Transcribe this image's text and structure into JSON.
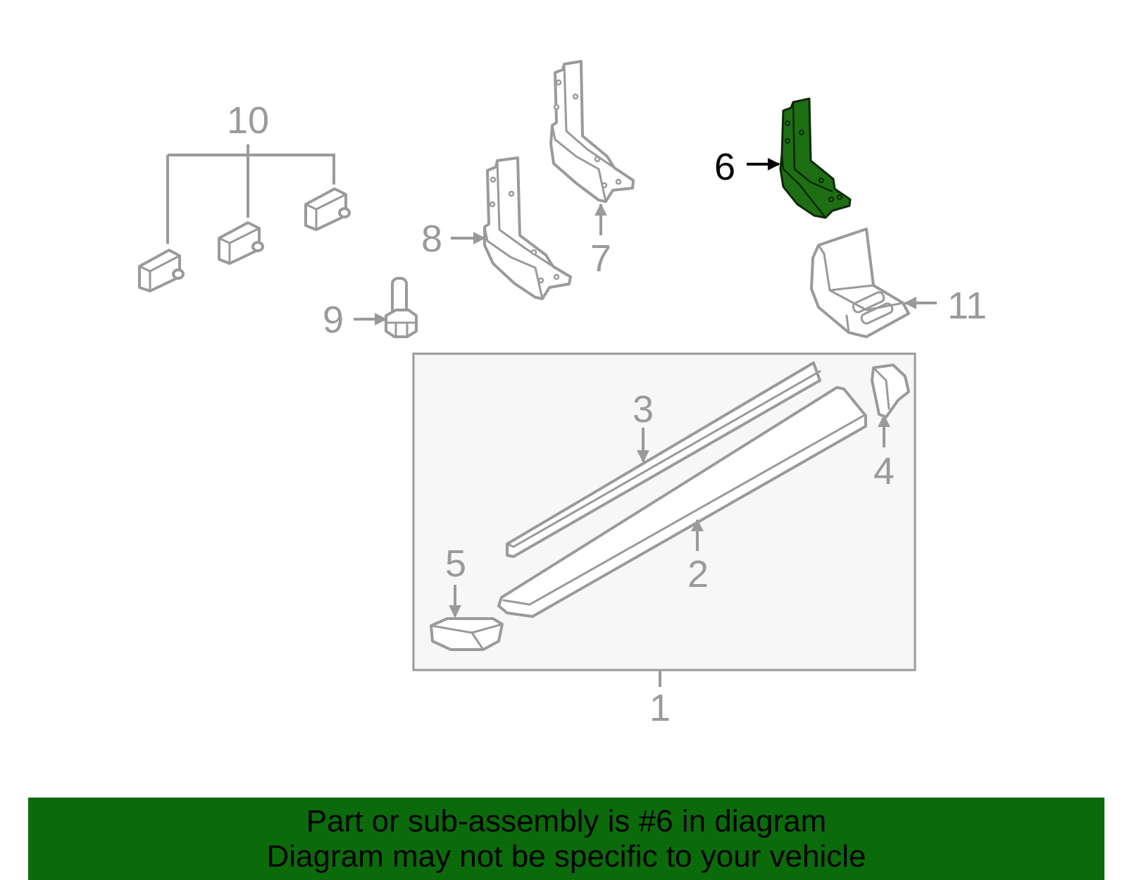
{
  "diagram": {
    "highlight_color": "#1e6e14",
    "highlight_part": "6",
    "callouts": {
      "c1": "1",
      "c2": "2",
      "c3": "3",
      "c4": "4",
      "c5": "5",
      "c6": "6",
      "c7": "7",
      "c8": "8",
      "c9": "9",
      "c10": "10",
      "c11": "11"
    }
  },
  "banner": {
    "line1": "Part or sub-assembly is #6 in diagram",
    "line2": "Diagram may not be specific to your vehicle",
    "color": "#0b6b0b"
  }
}
